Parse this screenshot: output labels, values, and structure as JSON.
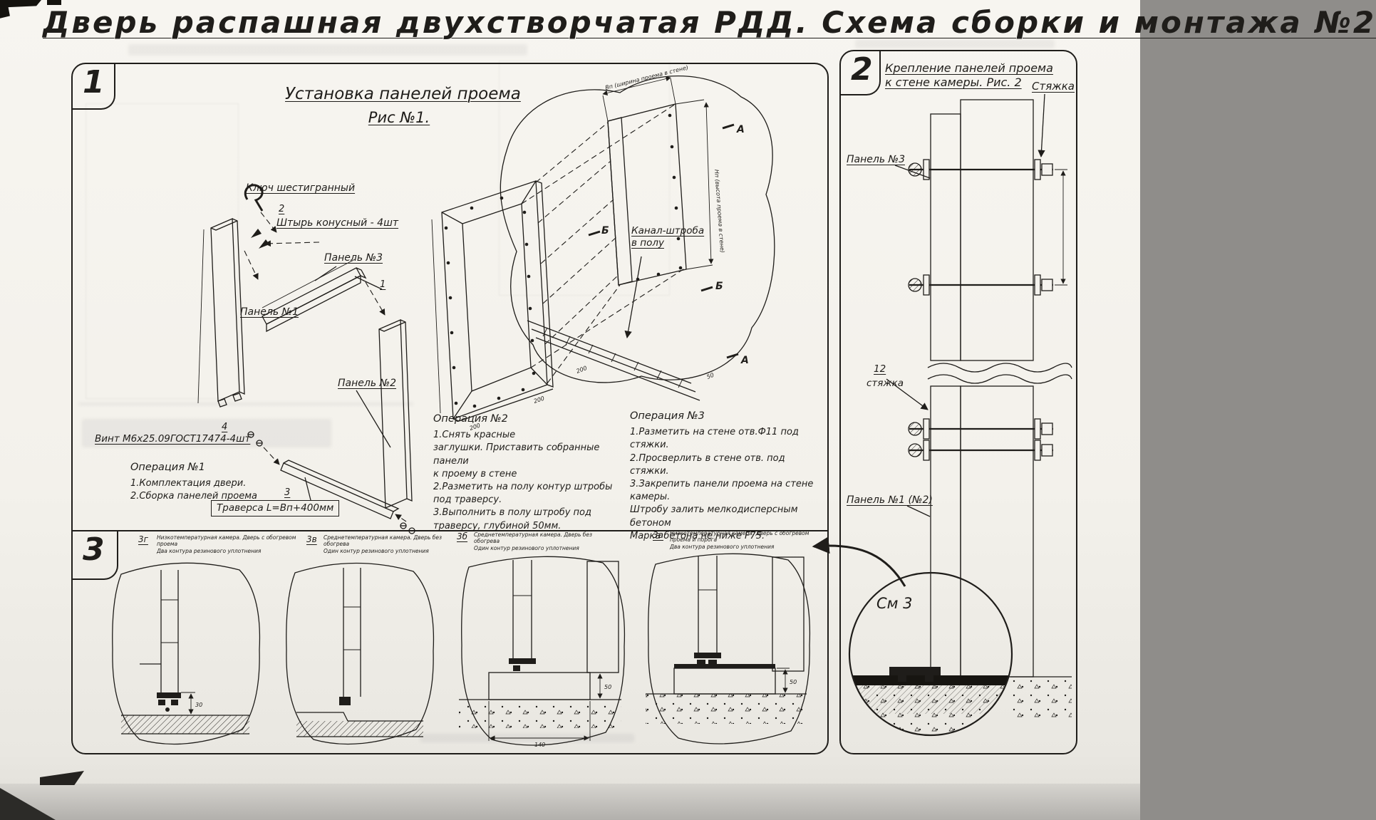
{
  "sheet": {
    "title": "Дверь распашная двухстворчатая РДД.  Схема сборки и монтажа №2"
  },
  "section1": {
    "badge": "1",
    "fig_title": "Установка панелей проема",
    "fig_subtitle": "Рис №1.",
    "labels": {
      "hex_key": "Ключ шестигранный",
      "pos2": "2",
      "cone_pin": "Штырь конусный - 4шт",
      "panel3": "Панель №3",
      "pos1": "1",
      "panel1": "Панель №1",
      "panel2": "Панель №2",
      "pos4": "4",
      "screw": "Винт М6х25.09ГОСТ17474-4шт",
      "pos3": "3",
      "traverse": "Траверса  L=Bп+400мм",
      "channel": "Канал-штроба\nв полу"
    },
    "markers": {
      "a": "А",
      "b": "Б"
    },
    "dims": {
      "width_note": "Вп (ширина проема в стене)",
      "height_note": "Нп (высота проема в стене)",
      "d200": "200",
      "d50": "50"
    },
    "op1": {
      "title": "Операция №1",
      "lines": [
        "1.Комплектация двери.",
        "2.Сборка панелей проема"
      ]
    },
    "op2": {
      "title": "Операция №2",
      "lines": [
        "1.Снять красные",
        "заглушки. Приставить собранные панели",
        "к проему в стене",
        "2.Разметить на полу контур штробы",
        "под траверсу.",
        "3.Выполнить в полу штробу под",
        "траверсу, глубиной 50мм."
      ]
    },
    "op3": {
      "title": "Операция №3",
      "lines": [
        "1.Разметить на стене отв.Ф11 под",
        "стяжки.",
        "2.Просверлить в стене отв.  под",
        "стяжки.",
        "3.Закрепить панели проема на стене камеры.",
        "Штробу залить мелкодисперсным бетоном",
        "Марка бетона не ниже   F75."
      ]
    }
  },
  "section2": {
    "badge": "2",
    "title": "Крепление панелей проема\nк стене камеры. Рис. 2",
    "labels": {
      "tie": "Стяжка",
      "panel3": "Панель №3",
      "pos12": "12",
      "tie2": "стяжка",
      "panel12": "Панель №1 (№2)",
      "see": "См 3"
    }
  },
  "section3": {
    "badge": "3",
    "details": [
      {
        "id": "3г",
        "caption": "Низкотемпературная камера. Дверь с обогревом проема\nДва контура резинового уплотнения",
        "dims": [
          "30"
        ]
      },
      {
        "id": "3в",
        "caption": "Среднетемпературная камера. Дверь без обогрева\nОдин контур резинового уплотнения",
        "dims": []
      },
      {
        "id": "3б",
        "caption": "Среднетемпературная камера. Дверь без обогрева\nОдин контур резинового уплотнения",
        "dims": [
          "50",
          "140"
        ]
      },
      {
        "id": "3а",
        "caption": "Низкотемпературная камера. Дверь с обогревом проема и порога\nДва контура резинового уплотнения",
        "dims": [
          "50"
        ]
      }
    ]
  },
  "colors": {
    "ink": "#1f1d1a",
    "paper": "#f4f2ed"
  }
}
